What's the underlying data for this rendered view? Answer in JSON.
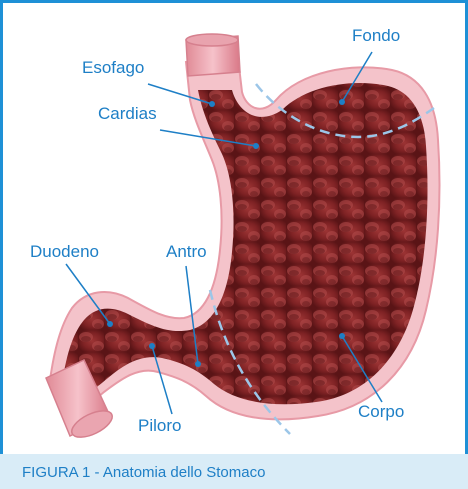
{
  "labels": {
    "fondo": "Fondo",
    "esofago": "Esofago",
    "cardias": "Cardias",
    "duodeno": "Duodeno",
    "antro": "Antro",
    "piloro": "Piloro",
    "corpo": "Corpo"
  },
  "caption": "FIGURA 1 - Anatomia dello Stomaco",
  "colors": {
    "frame": "#1e90d6",
    "label_text": "#1e7fc6",
    "caption_bg": "#d9ecf7",
    "tissue_dark": "#6e1a1c",
    "tissue_mid": "#a53a3a",
    "outer_wall": "#f2b8bf",
    "divider_line": "#9cc6e8"
  }
}
